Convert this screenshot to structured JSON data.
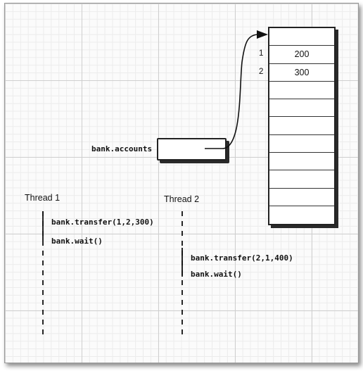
{
  "array": {
    "indices": [
      "1",
      "2"
    ],
    "cells": [
      "",
      "200",
      "300",
      "",
      "",
      "",
      "",
      "",
      "",
      "",
      ""
    ]
  },
  "reference": {
    "label": "bank.accounts"
  },
  "threads": [
    {
      "title": "Thread 1",
      "calls": [
        "bank.transfer(1,2,300)",
        "bank.wait()"
      ]
    },
    {
      "title": "Thread 2",
      "calls": [
        "bank.transfer(2,1,400)",
        "bank.wait()"
      ]
    }
  ]
}
